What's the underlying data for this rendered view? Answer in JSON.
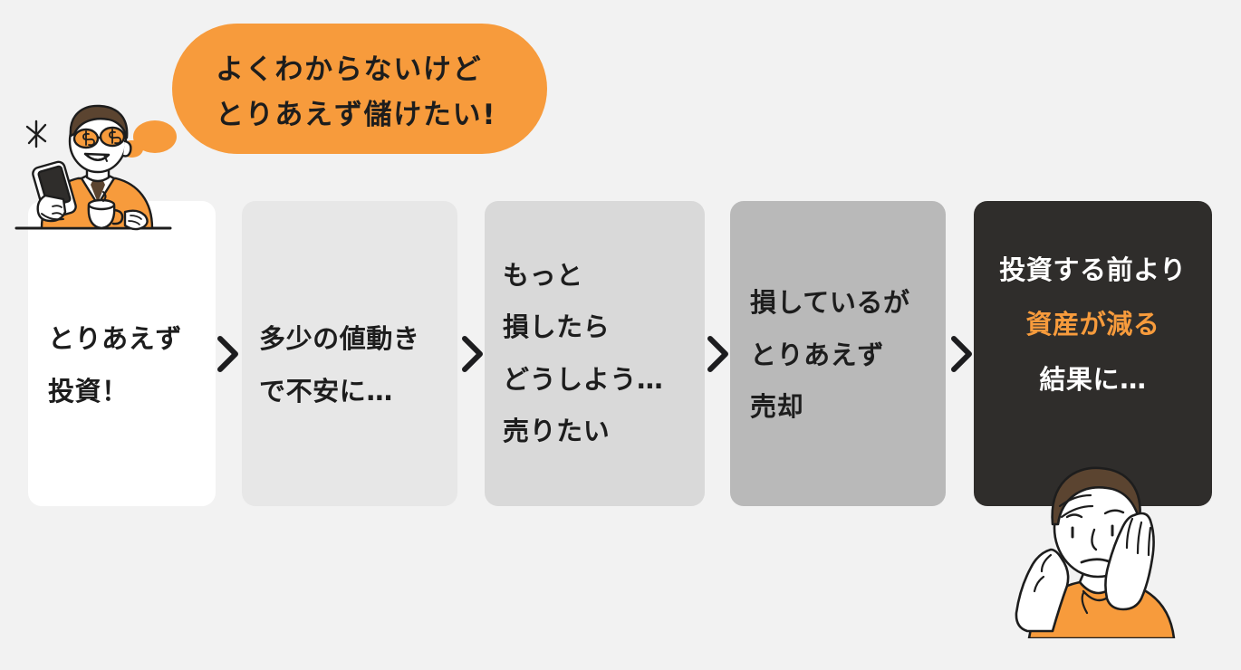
{
  "background_color": "#f2f2f2",
  "accent_color": "#f79b3c",
  "thought_bubble": {
    "line1": "よくわからないけど",
    "line2": "とりあえず儲けたい!",
    "bubble_color": "#f79b3c",
    "text_color": "#1d1d1d"
  },
  "flow": {
    "arrow_glyph": "chevron-right",
    "cards": [
      {
        "id": "card-1",
        "background_color": "#ffffff",
        "text_color": "#1d1d1d",
        "lines": [
          "とりあえず",
          "投資！"
        ]
      },
      {
        "id": "card-2",
        "background_color": "#e7e7e7",
        "text_color": "#1d1d1d",
        "lines": [
          "多少の値動き",
          "で不安に…"
        ]
      },
      {
        "id": "card-3",
        "background_color": "#d9d9d9",
        "text_color": "#1d1d1d",
        "lines": [
          "もっと",
          "損したら",
          "どうしよう…",
          "売りたい"
        ]
      },
      {
        "id": "card-4",
        "background_color": "#b9b9b9",
        "text_color": "#1d1d1d",
        "lines": [
          "損しているが",
          "とりあえず",
          "売却"
        ]
      },
      {
        "id": "card-5",
        "background_color": "#2f2d2b",
        "text_color": "#ffffff",
        "accent_text_color": "#f79b3c",
        "lines": [
          "投資する前より",
          "資産が減る",
          "結果に…"
        ],
        "accent_line_index": 1
      }
    ]
  },
  "illustrations": {
    "happy_investor": {
      "name": "man-with-dollar-sign-glasses-holding-phone-and-coffee",
      "hair_color": "#5b4430",
      "clothing_color": "#f79b3c"
    },
    "sad_investor": {
      "name": "man-holding-head-in-hands-distressed",
      "hair_color": "#5b4430",
      "clothing_color": "#f79b3c"
    }
  }
}
